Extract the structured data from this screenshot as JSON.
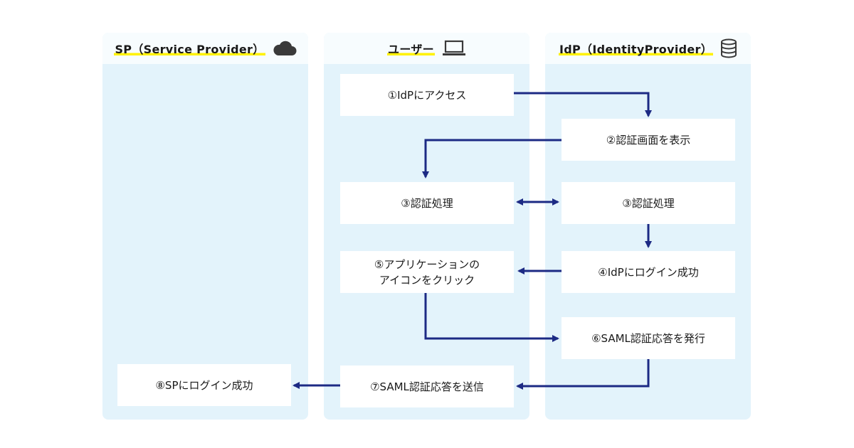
{
  "columns": {
    "sp": {
      "title": "SP（Service Provider）",
      "icon": "cloud-icon"
    },
    "user": {
      "title": "ユーザー",
      "icon": "laptop-icon"
    },
    "idp": {
      "title": "IdP（IdentityProvider）",
      "icon": "database-icon"
    }
  },
  "steps": {
    "s1": "①IdPにアクセス",
    "s2": "②認証画面を表示",
    "s3_user": "③認証処理",
    "s3_idp": "③認証処理",
    "s4": "④IdPにログイン成功",
    "s5": "⑤アプリケーションの\nアイコンをクリック",
    "s6": "⑥SAML認証応答を発行",
    "s7": "⑦SAML認証応答を送信",
    "s8": "⑧SPにログイン成功"
  },
  "colors": {
    "column_bg": "#e3f3fb",
    "header_bg": "#f7fcfe",
    "arrow": "#1c2a84",
    "highlight": "#fff200"
  }
}
